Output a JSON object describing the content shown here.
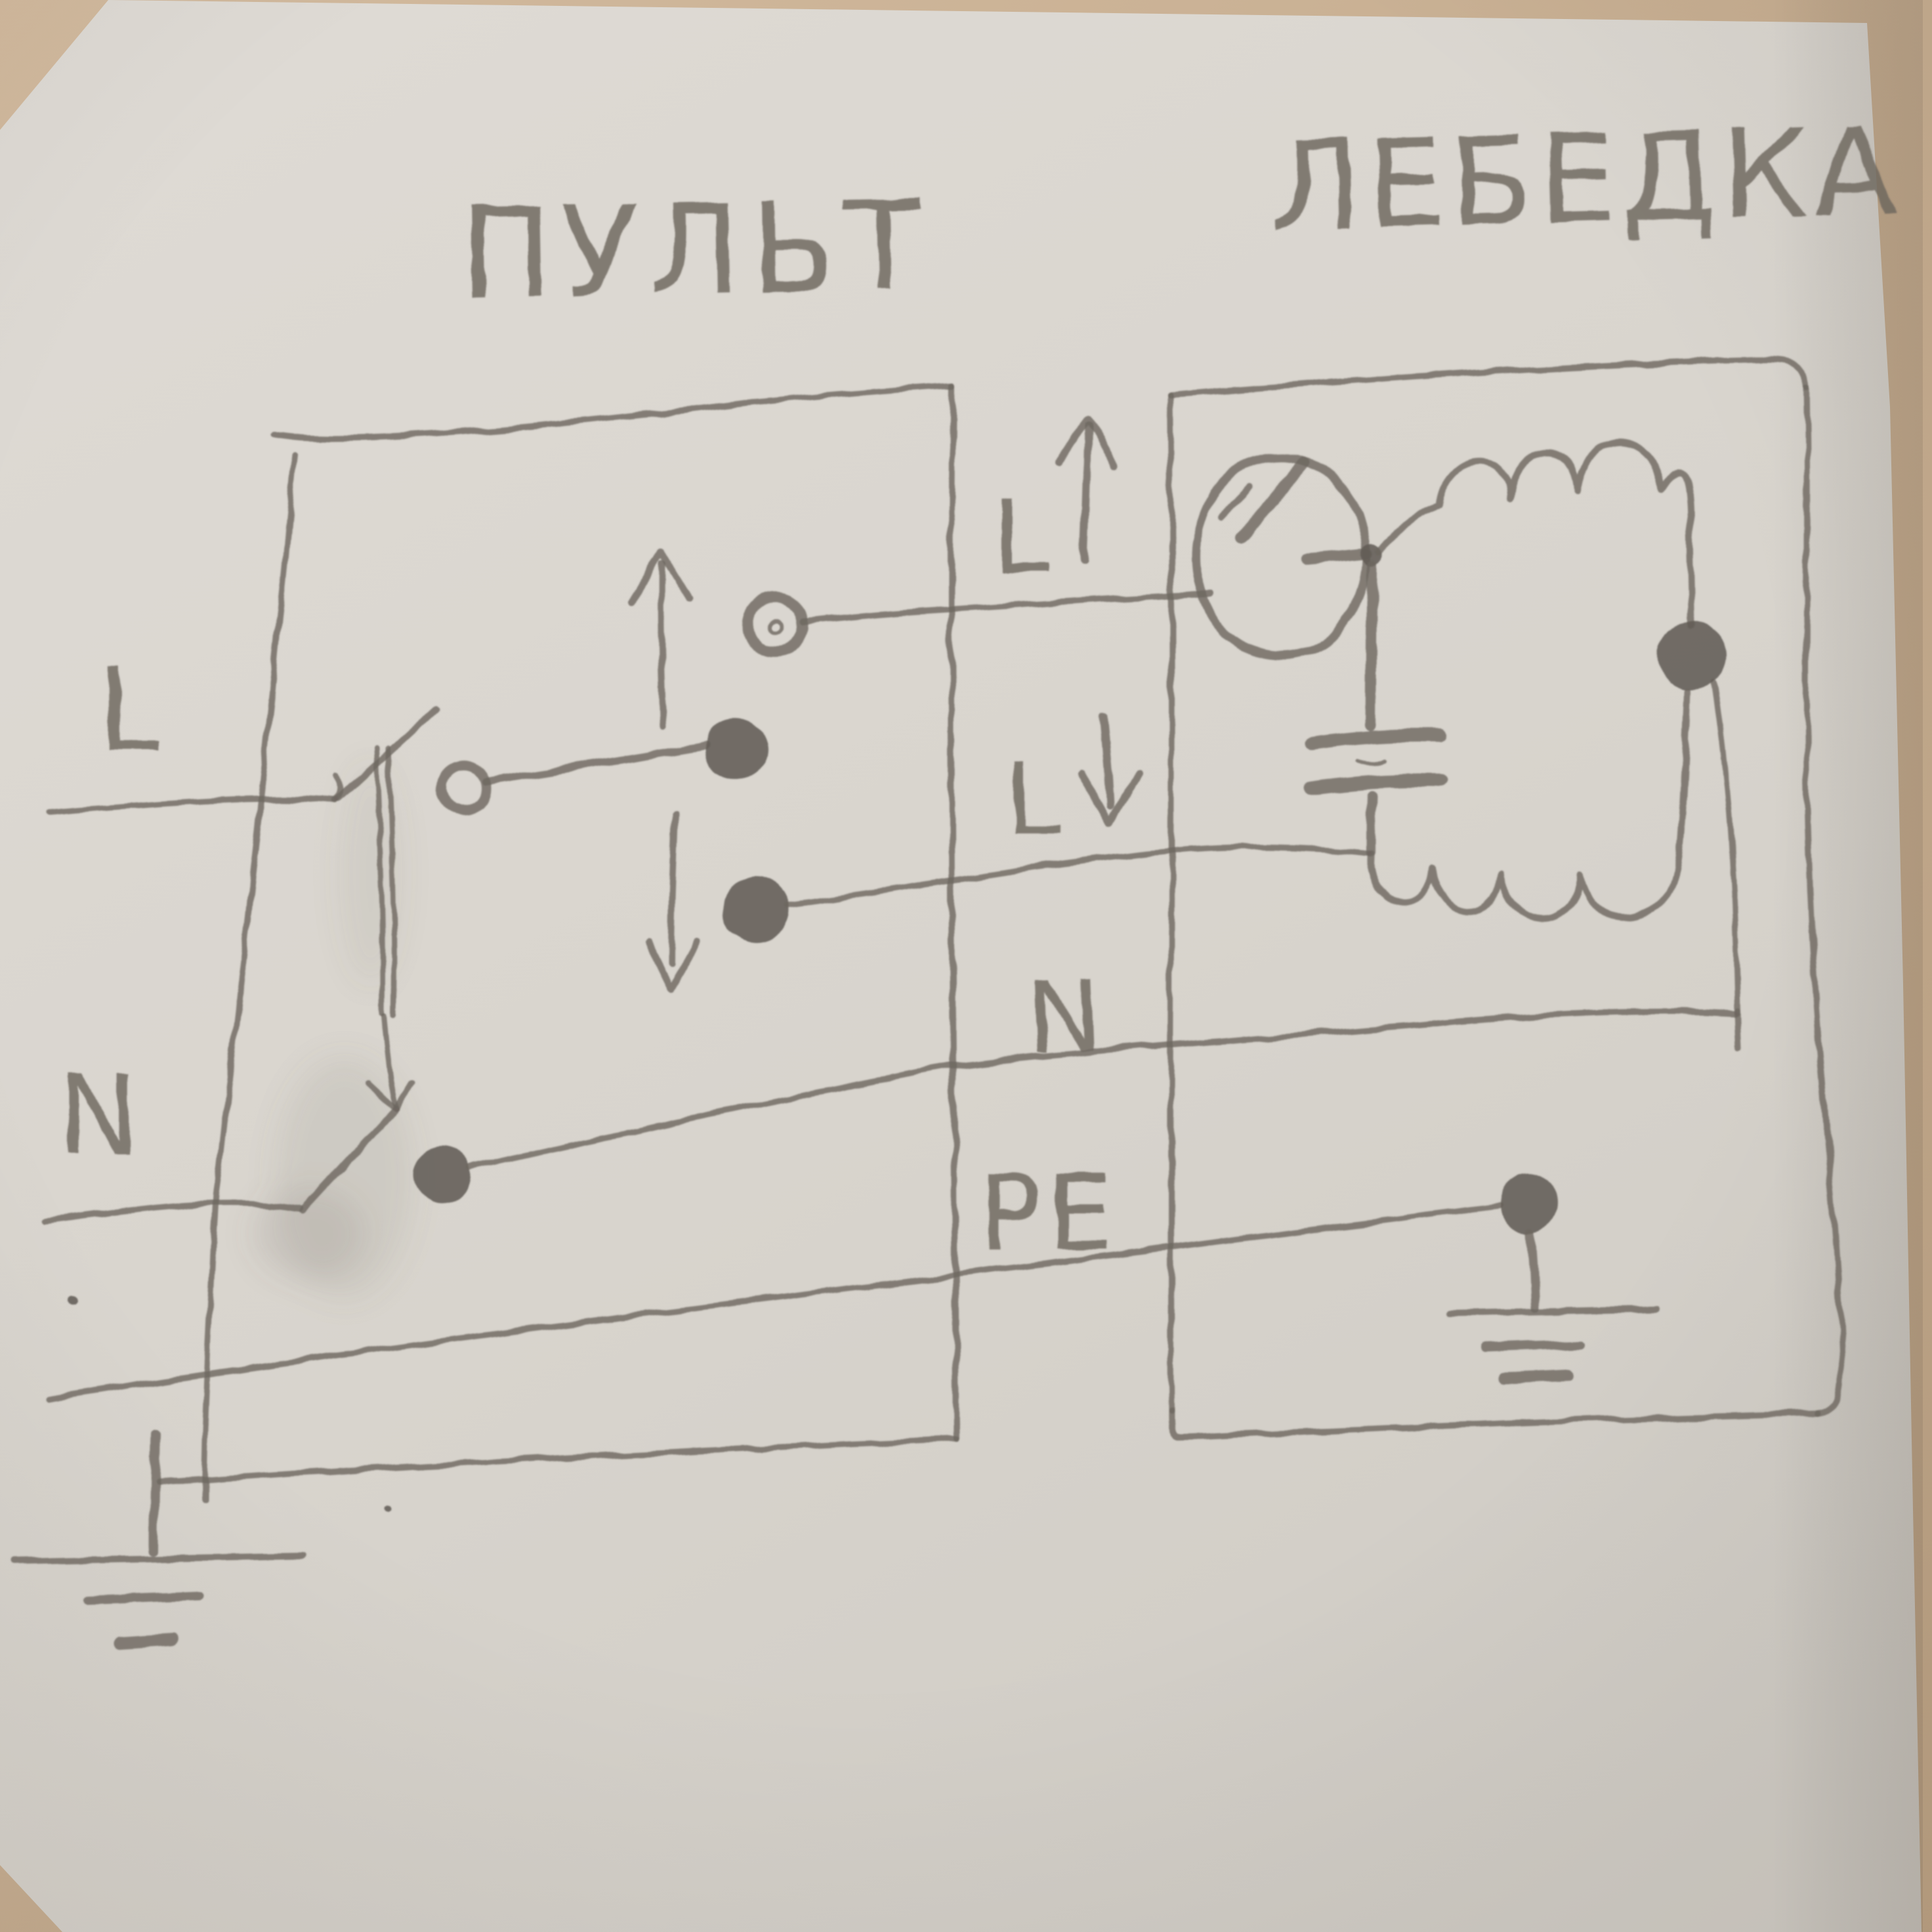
{
  "colors": {
    "background": "#c8b096",
    "paper": "#d9d5ce",
    "pencil": "#6d675f"
  },
  "titles": {
    "pult": "ПУЛЬТ",
    "lebedka": "ЛЕБЕДКА"
  },
  "supply": {
    "line": "L",
    "neutral": "N"
  },
  "bus": {
    "up_letter": "L",
    "up_arrow": "↑",
    "down_letter": "L",
    "down_arrow": "↓",
    "neutral": "N",
    "earth": "PE"
  }
}
